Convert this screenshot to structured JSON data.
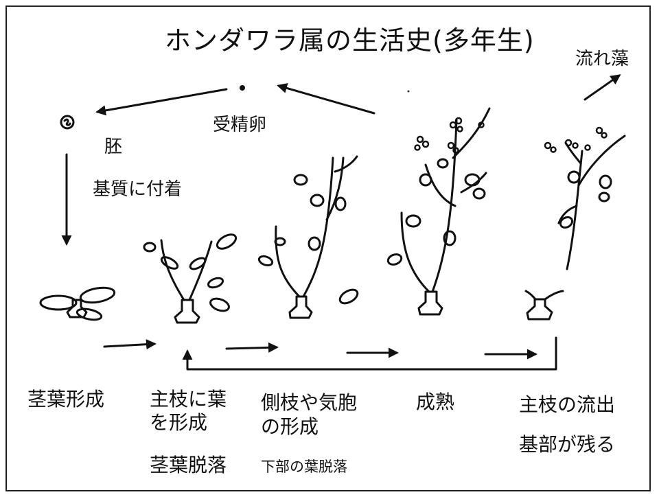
{
  "title": "ホンダワラ属の生活史(多年生)",
  "labels": {
    "drift": "流れ藻",
    "fertilized_egg": "受精卵",
    "embryo": "胚",
    "attach": "基質に付着"
  },
  "stages": [
    {
      "line1": "茎葉形成",
      "line2": "",
      "note": ""
    },
    {
      "line1": "主枝に葉",
      "line2": "を形成",
      "note": "茎葉脱落"
    },
    {
      "line1": "側枝や気胞",
      "line2": "の形成",
      "note": "下部の葉脱落"
    },
    {
      "line1": "成熟",
      "line2": "",
      "note": ""
    },
    {
      "line1": "主枝の流出",
      "line2": "",
      "note": "基部が残る"
    }
  ],
  "colors": {
    "ink": "#111111",
    "background": "#ffffff"
  }
}
